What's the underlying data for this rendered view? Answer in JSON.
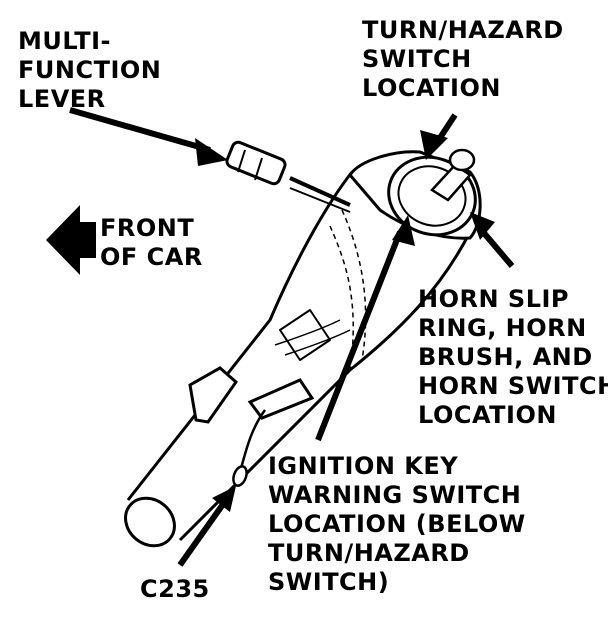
{
  "labels": {
    "multi_function_lever": "MULTI-\nFUNCTION\nLEVER",
    "turn_hazard_switch": "TURN/HAZARD\nSWITCH\nLOCATION",
    "front_of_car": "FRONT\nOF CAR",
    "horn": "HORN SLIP\nRING, HORN\nBRUSH, AND\nHORN SWITCH\nLOCATION",
    "ignition_key": "IGNITION KEY\nWARNING SWITCH\nLOCATION (BELOW\nTURN/HAZARD\nSWITCH)",
    "connector": "C235"
  },
  "colors": {
    "ink": "#000000",
    "paper": "#ffffff"
  }
}
